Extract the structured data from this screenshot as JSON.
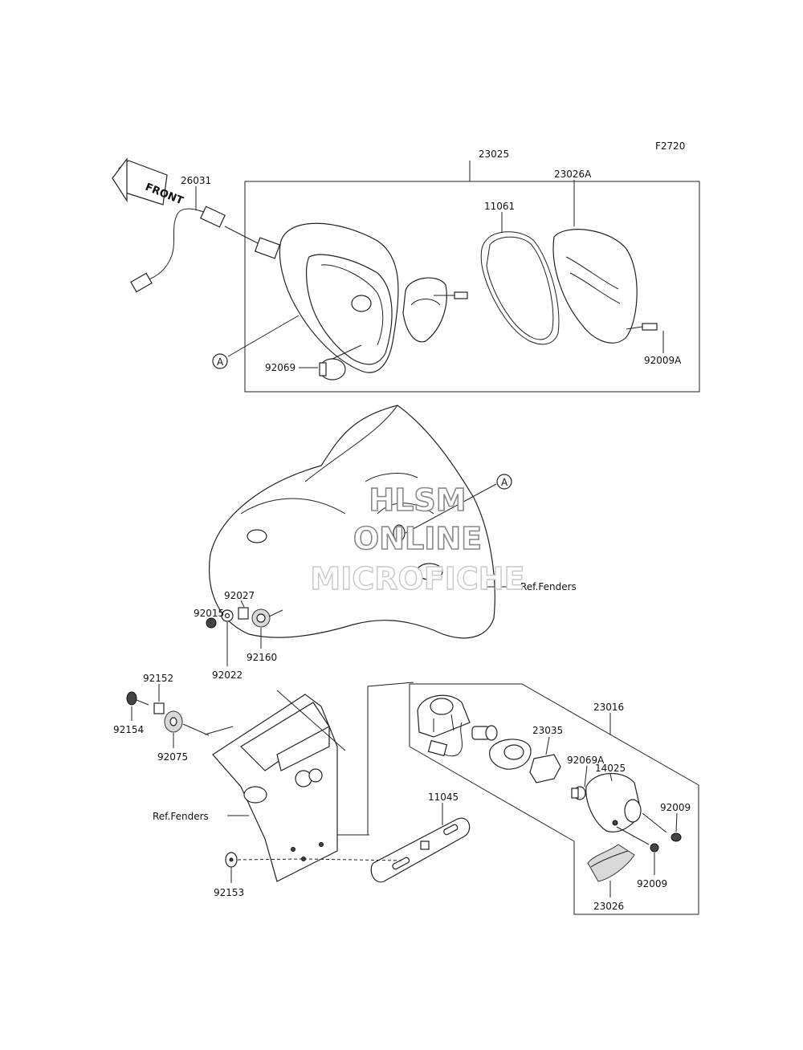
{
  "figure_code": "F2720",
  "front_arrow": "FRONT",
  "ref_label_1": "Ref.Fenders",
  "ref_label_2": "Ref.Fenders",
  "callout_a": "A",
  "watermark": {
    "line1": "HLSM",
    "line2": "ONLINE",
    "line3": "MICROFICHE"
  },
  "parts": {
    "p23025": "23025",
    "p26031": "26031",
    "p11061": "11061",
    "p23026A": "23026A",
    "p92069": "92069",
    "p92009A": "92009A",
    "p92027": "92027",
    "p92015": "92015",
    "p92022": "92022",
    "p92160": "92160",
    "p92152": "92152",
    "p92154": "92154",
    "p92075": "92075",
    "p23016": "23016",
    "p23035": "23035",
    "p92069A": "92069A",
    "p14025": "14025",
    "p92009a": "92009",
    "p92009b": "92009",
    "p11045": "11045",
    "p92153": "92153",
    "p23026": "23026"
  }
}
